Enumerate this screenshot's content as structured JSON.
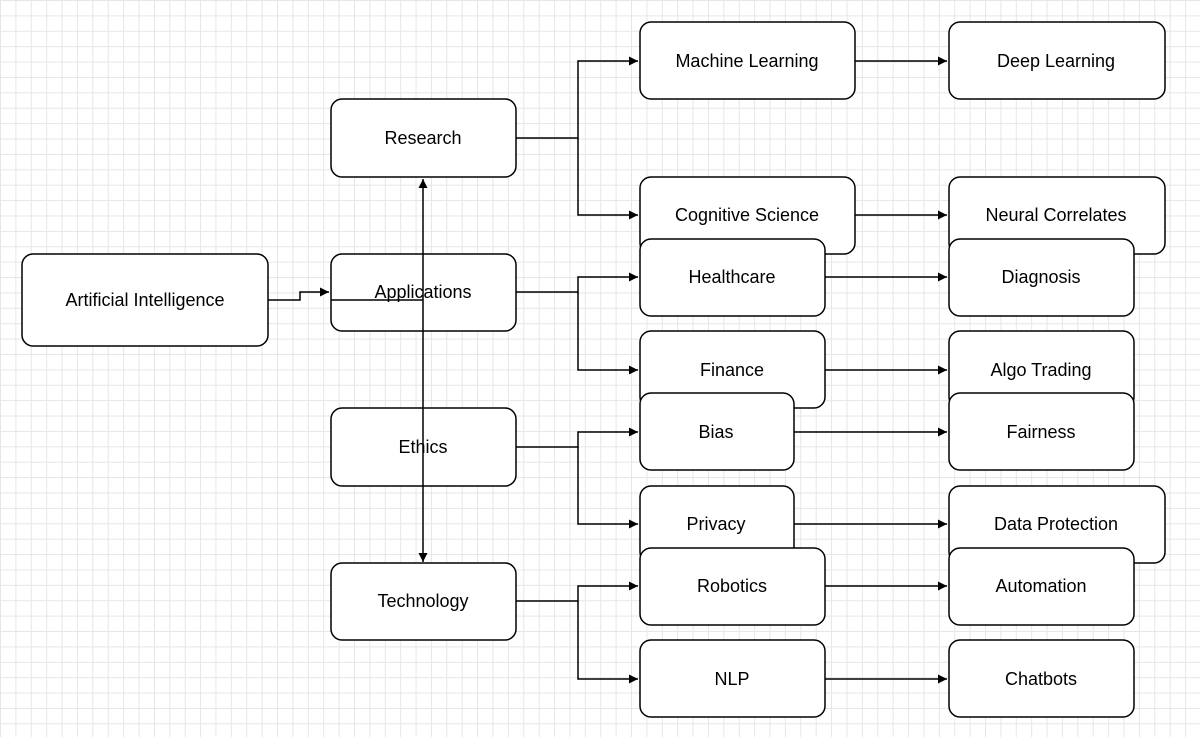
{
  "nodes": {
    "artificial_intelligence": "Artificial Intelligence",
    "research": "Research",
    "applications": "Applications",
    "ethics": "Ethics",
    "technology": "Technology",
    "machine_learning": "Machine Learning",
    "deep_learning": "Deep Learning",
    "cognitive_science": "Cognitive Science",
    "neural_correlates": "Neural Correlates",
    "healthcare": "Healthcare",
    "diagnosis": "Diagnosis",
    "finance": "Finance",
    "algo_trading": "Algo Trading",
    "bias": "Bias",
    "fairness": "Fairness",
    "privacy": "Privacy",
    "data_protection": "Data Protection",
    "robotics": "Robotics",
    "automation": "Automation",
    "nlp": "NLP",
    "chatbots": "Chatbots"
  },
  "colors": {
    "stroke": "#000000",
    "node_fill": "#ffffff",
    "grid": "#e6e6e6"
  }
}
